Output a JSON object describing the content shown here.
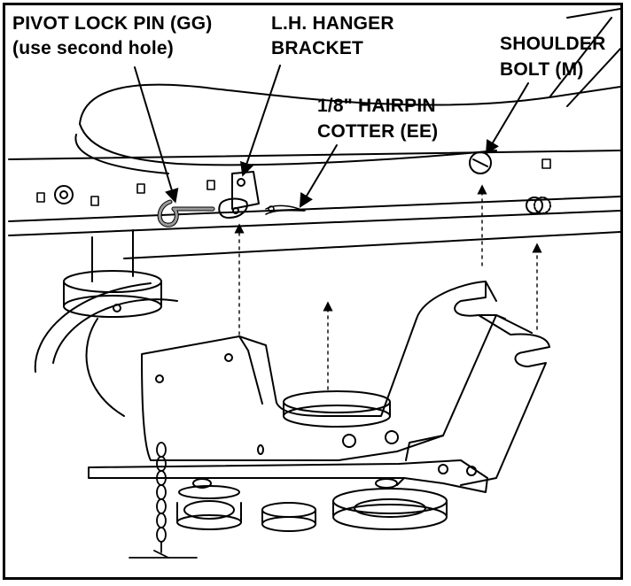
{
  "labels": {
    "pivot_lock_pin": "PIVOT LOCK PIN (GG)",
    "pivot_lock_pin_note": "(use second hole)",
    "hanger_bracket_line1": "L.H. HANGER",
    "hanger_bracket_line2": "BRACKET",
    "hairpin_line1": "1/8\" HAIRPIN",
    "hairpin_line2": "COTTER (EE)",
    "shoulder_bolt_line1": "SHOULDER",
    "shoulder_bolt_line2": "BOLT (M)"
  },
  "colors": {
    "line": "#000000",
    "pin_fill": "#9a9a9a",
    "background": "#ffffff"
  }
}
